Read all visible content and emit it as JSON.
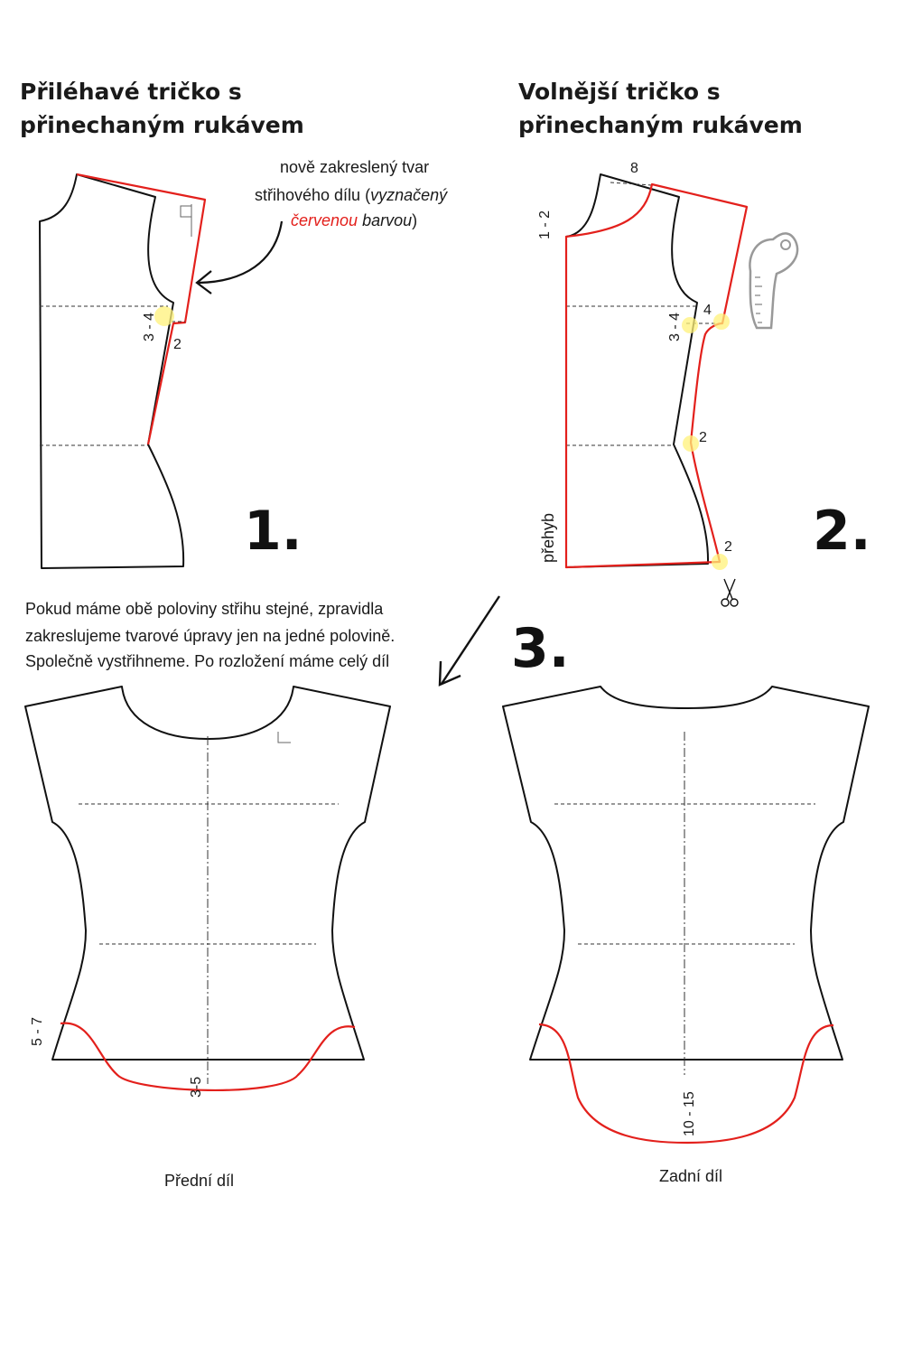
{
  "section1": {
    "title_line1": "Přiléhavé tričko s",
    "title_line2": "přinechaným rukávem",
    "number": "1.",
    "measure_armhole": "3 - 4",
    "measure_side": "2"
  },
  "annotation": {
    "line1": "nově zakreslený tvar",
    "line2_prefix": "střihového dílu (",
    "line2_italic": "vyznačený",
    "line3_red": "červenou",
    "line3_italic": " barvou",
    "line3_suffix": ")"
  },
  "section2": {
    "title_line1": "Volnější tričko s",
    "title_line2": "přinechaným rukávem",
    "number": "2.",
    "measure_shoulder": "8",
    "measure_neck": "1 - 2",
    "measure_armhole_left": "3 - 4",
    "measure_armhole_right": "4",
    "measure_waist": "2",
    "measure_hem": "2",
    "fold_label": "přehyb"
  },
  "section3": {
    "number": "3.",
    "text_line1": "Pokud máme obě poloviny střihu stejné, zpravidla",
    "text_line2": "zakreslujeme tvarové úpravy  jen na jedné polovině.",
    "text_line3": "Společně vystřihneme. Po rozložení máme celý díl",
    "front_label": "Přední díl",
    "back_label": "Zadní díl",
    "front_side_measure": "5 - 7",
    "front_center_measure": "3-5",
    "back_center_measure": "10 - 15"
  },
  "colors": {
    "outline": "#111111",
    "modification": "#e3201c",
    "highlight": "#fff27a"
  },
  "icons": [
    "curve-ruler-icon",
    "scissors-icon",
    "arrow-icon"
  ]
}
